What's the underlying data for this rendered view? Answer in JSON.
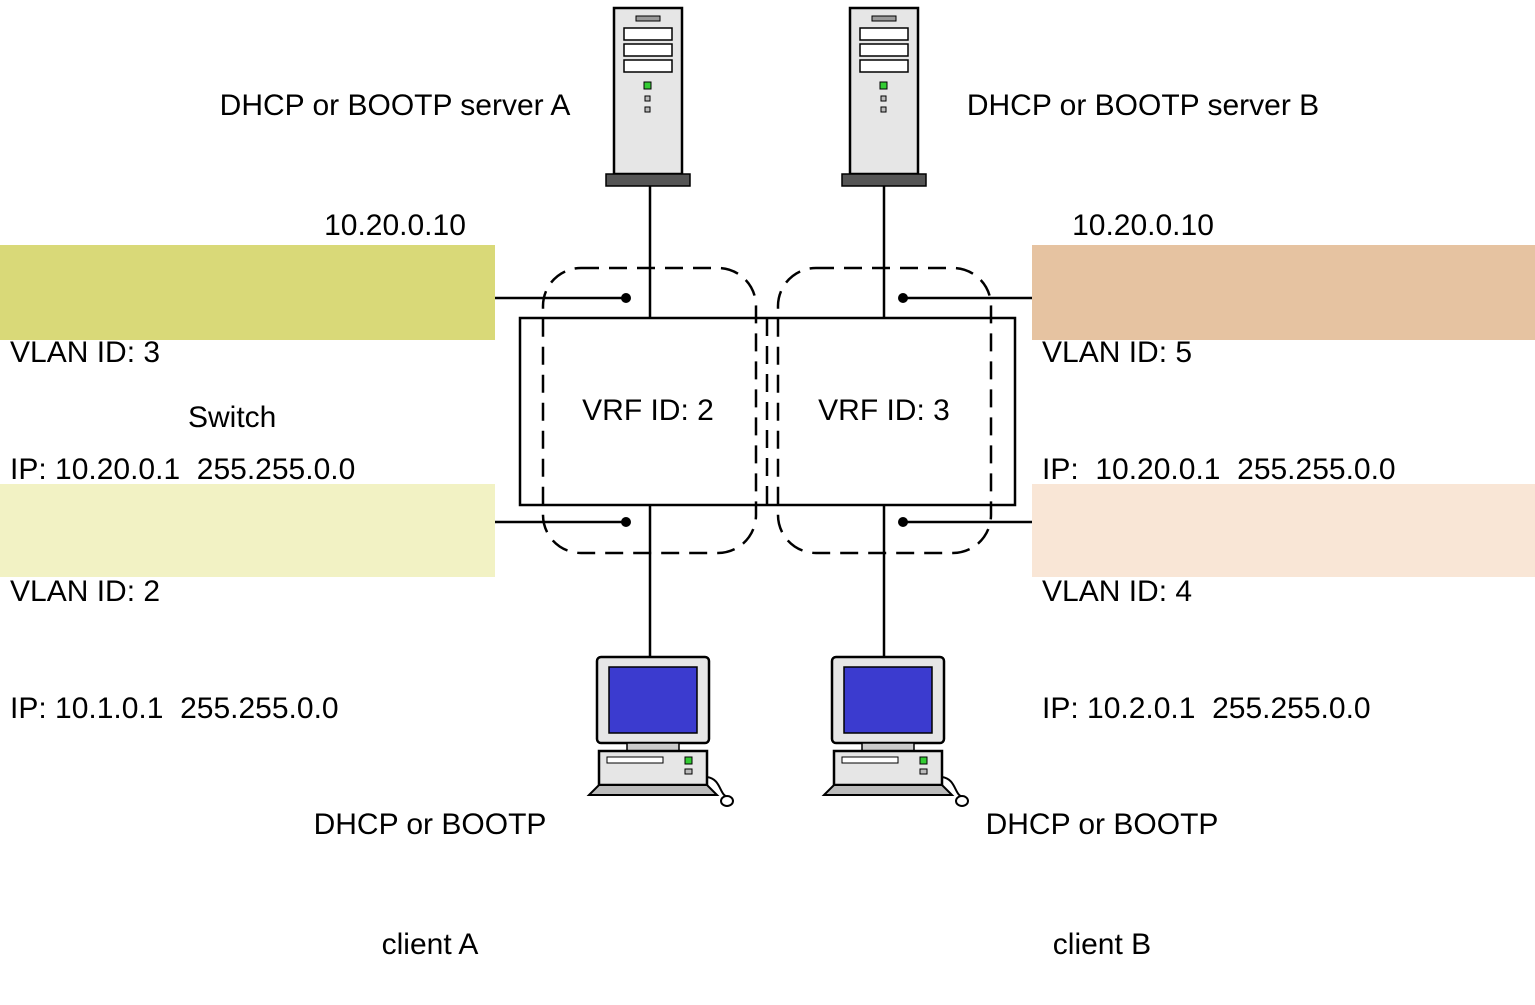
{
  "servers": {
    "a": {
      "name": "DHCP or BOOTP server A",
      "ip": "10.20.0.10"
    },
    "b": {
      "name": "DHCP or BOOTP server B",
      "ip": "10.20.0.10"
    }
  },
  "clients": {
    "a": {
      "line1": "DHCP or BOOTP",
      "line2": "client A"
    },
    "b": {
      "line1": "DHCP or BOOTP",
      "line2": "client B"
    }
  },
  "switch_label": "Switch",
  "vrfs": [
    {
      "label": "VRF ID: 2"
    },
    {
      "label": "VRF ID: 3"
    }
  ],
  "vlans": {
    "vlan3": {
      "id": "VLAN ID: 3",
      "ip": "IP: 10.20.0.1  255.255.0.0",
      "color": "#d9d978"
    },
    "vlan5": {
      "id": "VLAN ID: 5",
      "ip": "IP:  10.20.0.1  255.255.0.0",
      "color": "#e6c3a1"
    },
    "vlan2": {
      "id": "VLAN ID: 2",
      "ip": "IP: 10.1.0.1  255.255.0.0",
      "color": "#f2f2c4"
    },
    "vlan4": {
      "id": "VLAN ID: 4",
      "ip": "IP: 10.2.0.1  255.255.0.0",
      "color": "#f9e6d6"
    }
  },
  "colors": {
    "line": "#000000",
    "server_body": "#e6e6e6",
    "server_base": "#555555",
    "monitor_screen": "#3b3bcf"
  }
}
